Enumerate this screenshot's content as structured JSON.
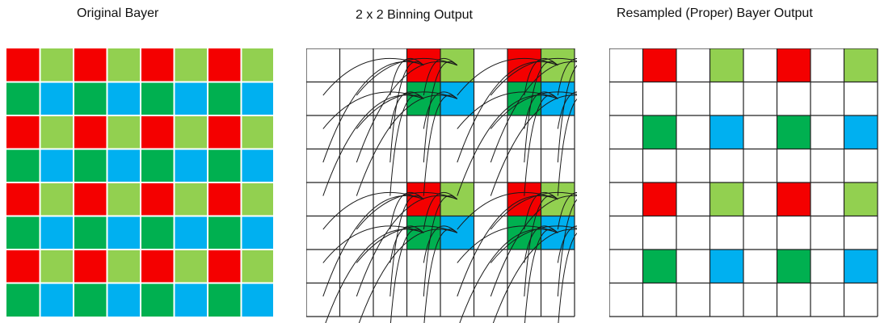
{
  "titles": {
    "original": "Original Bayer",
    "binning": "2 x 2 Binning Output",
    "resampled": "Resampled (Proper) Bayer Output"
  },
  "colors": {
    "red": "#f40000",
    "green": "#00b050",
    "light_green": "#92d050",
    "blue": "#00b0f0",
    "white": "#ffffff",
    "grid": "#222222"
  },
  "grid": {
    "rows": 8,
    "cols": 8
  },
  "panels": {
    "original": {
      "pattern": [
        "RGRGRGRG",
        "gBgBgBgB",
        "RGRGRGRG",
        "gBgBgBgB",
        "RGRGRGRG",
        "gBgBgBgB",
        "RGRGRGRG",
        "gBgBgBgB"
      ]
    },
    "binning": {
      "pattern": [
        "...RG.RG",
        "...gB.gB",
        "........",
        "........",
        "...RG.RG",
        "...gB.gB",
        "........",
        "........"
      ],
      "arcs_visible": true
    },
    "resampled": {
      "pattern": [
        ".R.G.R.G",
        "........",
        ".g.B.g.B",
        "........",
        ".R.G.R.G",
        "........",
        ".g.B.g.B",
        "........"
      ]
    }
  },
  "legend_codes": {
    "R": "red",
    "G": "light_green",
    "g": "green",
    "B": "blue",
    ".": "white"
  }
}
